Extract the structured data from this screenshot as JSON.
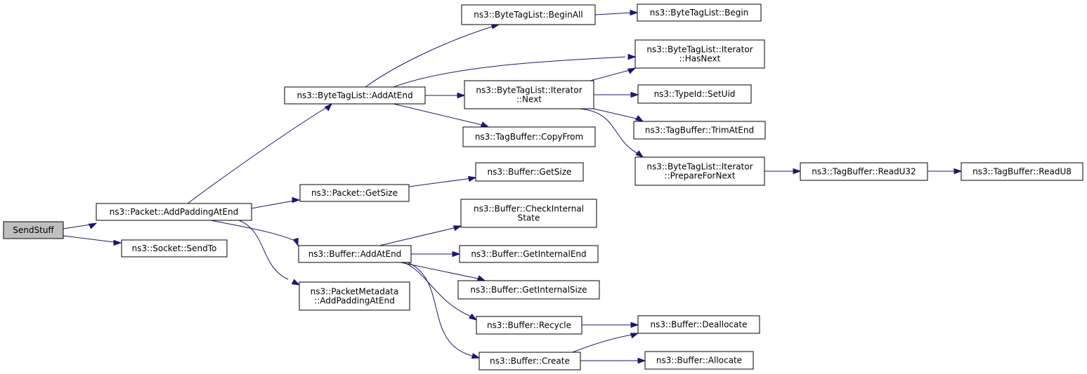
{
  "diagram": {
    "type": "call-graph",
    "colors": {
      "edge": "#191970",
      "root_fill": "#bfbfbf",
      "node_fill": "#ffffff",
      "border": "#000000"
    },
    "nodes": [
      {
        "id": "sendstuff",
        "lines": [
          "SendStuff"
        ],
        "root": true
      },
      {
        "id": "packet-addpaddingatend",
        "lines": [
          "ns3::Packet::AddPaddingAtEnd"
        ]
      },
      {
        "id": "socket-sendto",
        "lines": [
          "ns3::Socket::SendTo"
        ]
      },
      {
        "id": "bytetaglist-addatend",
        "lines": [
          "ns3::ByteTagList::AddAtEnd"
        ]
      },
      {
        "id": "packet-getsize",
        "lines": [
          "ns3::Packet::GetSize"
        ]
      },
      {
        "id": "buffer-addatend",
        "lines": [
          "ns3::Buffer::AddAtEnd"
        ]
      },
      {
        "id": "packetmetadata-addpaddingatend",
        "lines": [
          "ns3::PacketMetadata",
          "::AddPaddingAtEnd"
        ]
      },
      {
        "id": "bytetaglist-beginall",
        "lines": [
          "ns3::ByteTagList::BeginAll"
        ]
      },
      {
        "id": "bytetaglist-iterator-next",
        "lines": [
          "ns3::ByteTagList::Iterator",
          "::Next"
        ]
      },
      {
        "id": "tagbuffer-copyfrom",
        "lines": [
          "ns3::TagBuffer::CopyFrom"
        ]
      },
      {
        "id": "buffer-getsize",
        "lines": [
          "ns3::Buffer::GetSize"
        ]
      },
      {
        "id": "buffer-checkinternalstate",
        "lines": [
          "ns3::Buffer::CheckInternal",
          "State"
        ]
      },
      {
        "id": "buffer-getinternalend",
        "lines": [
          "ns3::Buffer::GetInternalEnd"
        ]
      },
      {
        "id": "buffer-getinternalsize",
        "lines": [
          "ns3::Buffer::GetInternalSize"
        ]
      },
      {
        "id": "buffer-recycle",
        "lines": [
          "ns3::Buffer::Recycle"
        ]
      },
      {
        "id": "buffer-create",
        "lines": [
          "ns3::Buffer::Create"
        ]
      },
      {
        "id": "bytetaglist-begin",
        "lines": [
          "ns3::ByteTagList::Begin"
        ]
      },
      {
        "id": "bytetaglist-iterator-hasnext",
        "lines": [
          "ns3::ByteTagList::Iterator",
          "::HasNext"
        ]
      },
      {
        "id": "typeid-setuid",
        "lines": [
          "ns3::TypeId::SetUid"
        ]
      },
      {
        "id": "tagbuffer-trimatend",
        "lines": [
          "ns3::TagBuffer::TrimAtEnd"
        ]
      },
      {
        "id": "bytetaglist-iterator-preparefornext",
        "lines": [
          "ns3::ByteTagList::Iterator",
          "::PrepareForNext"
        ]
      },
      {
        "id": "buffer-deallocate",
        "lines": [
          "ns3::Buffer::Deallocate"
        ]
      },
      {
        "id": "buffer-allocate",
        "lines": [
          "ns3::Buffer::Allocate"
        ]
      },
      {
        "id": "tagbuffer-readu32",
        "lines": [
          "ns3::TagBuffer::ReadU32"
        ]
      },
      {
        "id": "tagbuffer-readu8",
        "lines": [
          "ns3::TagBuffer::ReadU8"
        ]
      }
    ],
    "edges": [
      {
        "from": "sendstuff",
        "to": "packet-addpaddingatend"
      },
      {
        "from": "sendstuff",
        "to": "socket-sendto"
      },
      {
        "from": "packet-addpaddingatend",
        "to": "bytetaglist-addatend"
      },
      {
        "from": "packet-addpaddingatend",
        "to": "packet-getsize"
      },
      {
        "from": "packet-addpaddingatend",
        "to": "buffer-addatend"
      },
      {
        "from": "packet-addpaddingatend",
        "to": "packetmetadata-addpaddingatend"
      },
      {
        "from": "bytetaglist-addatend",
        "to": "bytetaglist-beginall"
      },
      {
        "from": "bytetaglist-addatend",
        "to": "bytetaglist-iterator-hasnext"
      },
      {
        "from": "bytetaglist-addatend",
        "to": "bytetaglist-iterator-next"
      },
      {
        "from": "bytetaglist-addatend",
        "to": "tagbuffer-copyfrom"
      },
      {
        "from": "bytetaglist-beginall",
        "to": "bytetaglist-begin"
      },
      {
        "from": "bytetaglist-iterator-next",
        "to": "bytetaglist-iterator-hasnext"
      },
      {
        "from": "bytetaglist-iterator-next",
        "to": "typeid-setuid"
      },
      {
        "from": "bytetaglist-iterator-next",
        "to": "tagbuffer-trimatend"
      },
      {
        "from": "bytetaglist-iterator-next",
        "to": "bytetaglist-iterator-preparefornext"
      },
      {
        "from": "bytetaglist-iterator-preparefornext",
        "to": "tagbuffer-readu32"
      },
      {
        "from": "tagbuffer-readu32",
        "to": "tagbuffer-readu8"
      },
      {
        "from": "packet-getsize",
        "to": "buffer-getsize"
      },
      {
        "from": "buffer-addatend",
        "to": "buffer-checkinternalstate"
      },
      {
        "from": "buffer-addatend",
        "to": "buffer-getinternalend"
      },
      {
        "from": "buffer-addatend",
        "to": "buffer-getinternalsize"
      },
      {
        "from": "buffer-addatend",
        "to": "buffer-recycle"
      },
      {
        "from": "buffer-addatend",
        "to": "buffer-create"
      },
      {
        "from": "buffer-recycle",
        "to": "buffer-deallocate"
      },
      {
        "from": "buffer-create",
        "to": "buffer-deallocate"
      },
      {
        "from": "buffer-create",
        "to": "buffer-allocate"
      }
    ]
  }
}
